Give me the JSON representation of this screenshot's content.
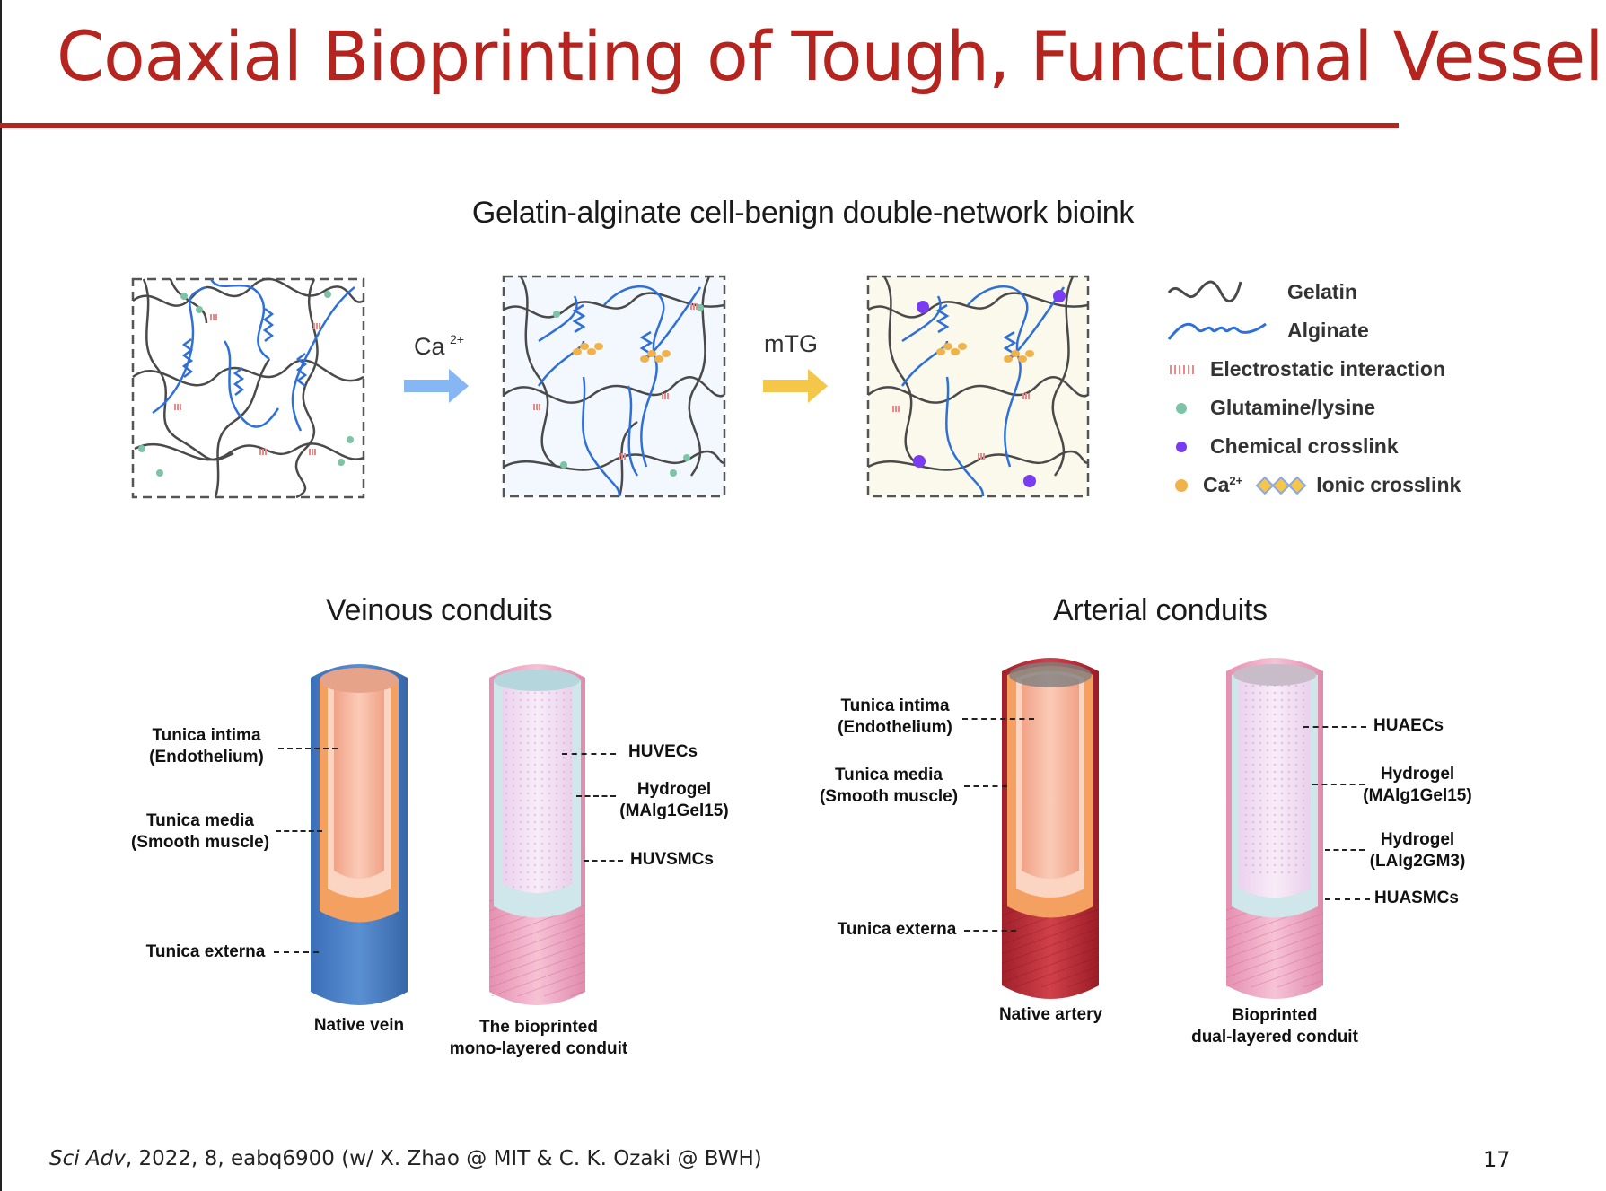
{
  "slide": {
    "title": "Coaxial Bioprinting of Tough, Functional Vessels",
    "subtitle": "Gelatin-alginate cell-benign double-network bioink",
    "page_number": "17"
  },
  "network": {
    "arrow1_label": "Ca",
    "arrow1_sup": "2+",
    "arrow2_label": "mTG",
    "colors": {
      "gelatin": "#4a4a4a",
      "alginate": "#2f6fd8",
      "electrostatic": "#e88a8a",
      "glutamine": "#7cc4a6",
      "chemical": "#7a3cf0",
      "calcium": "#f2b24a",
      "arrow1": "#86b6f4",
      "arrow2": "#f4c64a",
      "panel3_bg": "#fbf9ec",
      "panel2_bg": "#f3f8ff"
    }
  },
  "legend": {
    "gelatin": "Gelatin",
    "alginate": "Alginate",
    "electrostatic": "Electrostatic interaction",
    "glutamine": "Glutamine/lysine",
    "chemical": "Chemical crosslink",
    "calcium": "Ca",
    "calcium_sup": "2+",
    "ionic": "Ionic crosslink"
  },
  "veinous": {
    "title": "Veinous conduits",
    "native_label": "Native vein",
    "printed_label_l1": "The bioprinted",
    "printed_label_l2": "mono-layered conduit",
    "intima_l1": "Tunica intima",
    "intima_l2": "(Endothelium)",
    "media_l1": "Tunica media",
    "media_l2": "(Smooth muscle)",
    "externa": "Tunica externa",
    "huvecs": "HUVECs",
    "hydrogel_l1": "Hydrogel",
    "hydrogel_l2": "(MAlg1Gel15)",
    "huvsmcs": "HUVSMCs"
  },
  "arterial": {
    "title": "Arterial conduits",
    "native_label": "Native artery",
    "printed_label_l1": "Bioprinted",
    "printed_label_l2": "dual-layered conduit",
    "intima_l1": "Tunica intima",
    "intima_l2": "(Endothelium)",
    "media_l1": "Tunica media",
    "media_l2": "(Smooth muscle)",
    "externa": "Tunica externa",
    "huaecs": "HUAECs",
    "hydrogel1_l1": "Hydrogel",
    "hydrogel1_l2": "(MAlg1Gel15)",
    "hydrogel2_l1": "Hydrogel",
    "hydrogel2_l2": "(LAlg2GM3)",
    "huasmcs": "HUASMCs"
  },
  "footer": {
    "journal": "Sci Adv",
    "citation": ", 2022, 8, eabq6900 (w/ X. Zhao @ MIT & C. K. Ozaki @ BWH)"
  }
}
